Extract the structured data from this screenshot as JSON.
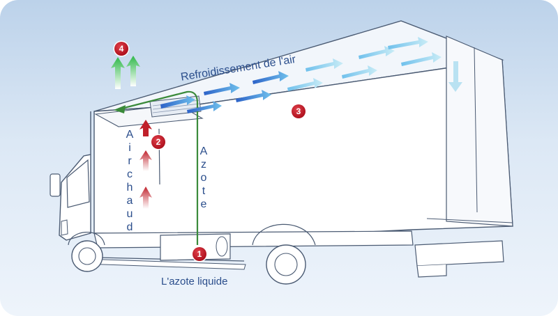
{
  "labels": {
    "refroidissement": "Refroidissement de l'air",
    "azote_liquide": "L'azote liquide",
    "air_chaud": "Airchaud",
    "air_chaud_display": "Air chaud",
    "azote": "Azote"
  },
  "markers": [
    "1",
    "2",
    "3",
    "4"
  ],
  "colors": {
    "background_top": "#bcd2ea",
    "truck_outline": "#4a5a72",
    "cold_air": "#5fa8e6",
    "hot_air": "#c0202a",
    "nitrogen_line": "#3a8a3a",
    "exhaust": "#2fb84a",
    "badge": "#b0121f",
    "text": "#2b4e8c"
  }
}
